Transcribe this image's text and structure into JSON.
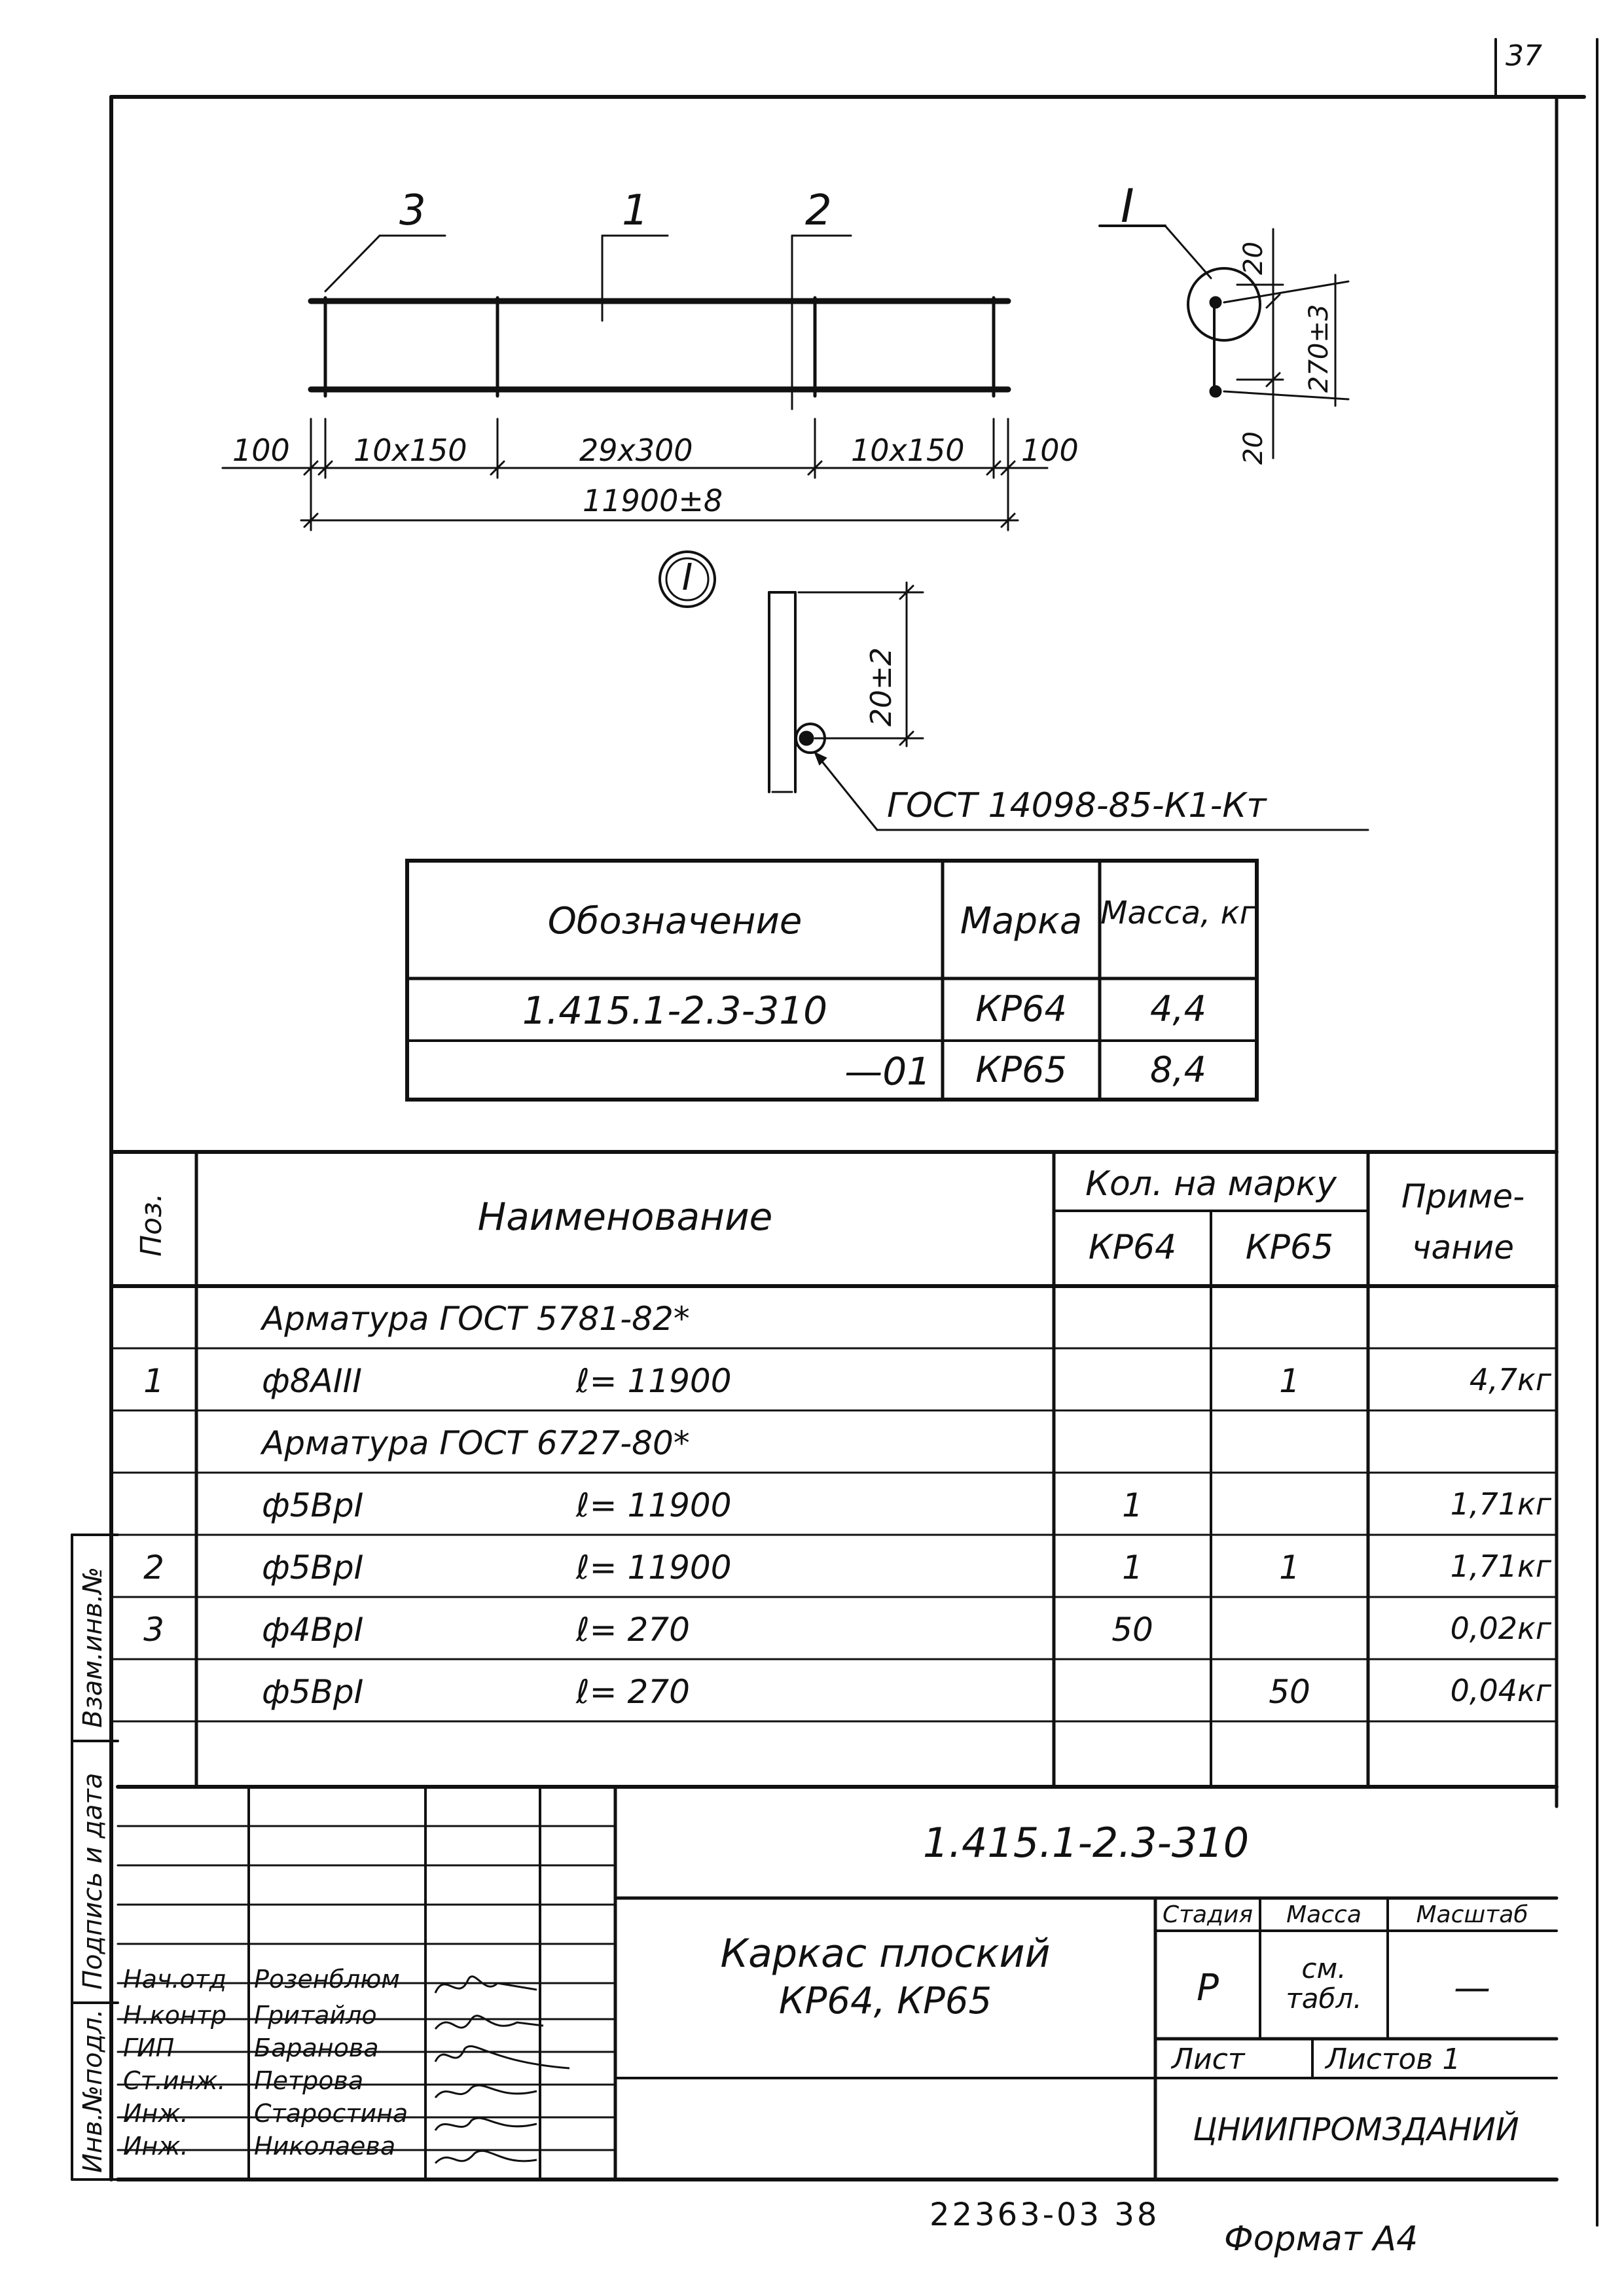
{
  "page_number": "37",
  "drawing": {
    "callouts": [
      "3",
      "1",
      "2"
    ],
    "dim_parts": [
      "100",
      "10x150",
      "29x300",
      "10x150",
      "100"
    ],
    "dim_total": "11900±8",
    "section_mark": "I",
    "section_dims": {
      "top": "20",
      "height": "270±3",
      "bottom": "20"
    },
    "detail_mark": "I",
    "detail_dim": "20±2",
    "weld_note": "ГОСТ 14098-85-К1-Кт"
  },
  "marks_table": {
    "headers": [
      "Обозначение",
      "Марка",
      "Масса, кг"
    ],
    "rows": [
      [
        "1.415.1-2.3-310",
        "КР64",
        "4,4"
      ],
      [
        "—01",
        "КР65",
        "8,4"
      ]
    ]
  },
  "spec_table": {
    "headers": {
      "pos": "Поз.",
      "name": "Наименование",
      "qty": "Кол. на марку",
      "qty_sub": [
        "КР64",
        "КР65"
      ],
      "note": "Приме-чание"
    },
    "rows": [
      {
        "pos": "",
        "name": "Арматура    ГОСТ 5781-82*",
        "len": "",
        "q1": "",
        "q2": "",
        "note": ""
      },
      {
        "pos": "1",
        "name": "ф8АIII",
        "len": "ℓ= 11900",
        "q1": "",
        "q2": "1",
        "note": "4,7кг"
      },
      {
        "pos": "",
        "name": "Арматура    ГОСТ 6727-80*",
        "len": "",
        "q1": "",
        "q2": "",
        "note": ""
      },
      {
        "pos": "",
        "name": "ф5ВрI",
        "len": "ℓ=  11900",
        "q1": "1",
        "q2": "",
        "note": "1,71кг"
      },
      {
        "pos": "2",
        "name": "ф5ВрI",
        "len": "ℓ=  11900",
        "q1": "1",
        "q2": "1",
        "note": "1,71кг"
      },
      {
        "pos": "3",
        "name": "ф4ВрI",
        "len": "ℓ=    270",
        "q1": "50",
        "q2": "",
        "note": "0,02кг"
      },
      {
        "pos": "",
        "name": "ф5ВрI",
        "len": "ℓ= 270",
        "q1": "",
        "q2": "50",
        "note": "0,04кг"
      },
      {
        "pos": "",
        "name": "",
        "len": "",
        "q1": "",
        "q2": "",
        "note": ""
      }
    ]
  },
  "title_block": {
    "designation": "1.415.1-2.3-310",
    "title_line1": "Каркас плоский",
    "title_line2": "КР64, КР65",
    "stage_label": "Стадия",
    "mass_label": "Масса",
    "scale_label": "Масштаб",
    "stage": "Р",
    "mass": "см. табл.",
    "scale": "—",
    "sheet_label": "Лист",
    "sheets_label": "Листов 1",
    "org": "ЦНИИПРОМЗДАНИЙ",
    "people": [
      {
        "role": "Нач.отд",
        "name": "Розенблюм"
      },
      {
        "role": "Н.контр",
        "name": "Гритайло"
      },
      {
        "role": "ГИП",
        "name": "Баранова"
      },
      {
        "role": "Ст.инж.",
        "name": "Петрова"
      },
      {
        "role": "Инж.",
        "name": "Старостина"
      },
      {
        "role": "Инж.",
        "name": "Николаева"
      }
    ]
  },
  "side_stamp": [
    "Инв.№подл.",
    "Подпись и дата",
    "Взам.инв.№"
  ],
  "footer": {
    "code": "22363-03  38",
    "format": "Формат А4"
  }
}
